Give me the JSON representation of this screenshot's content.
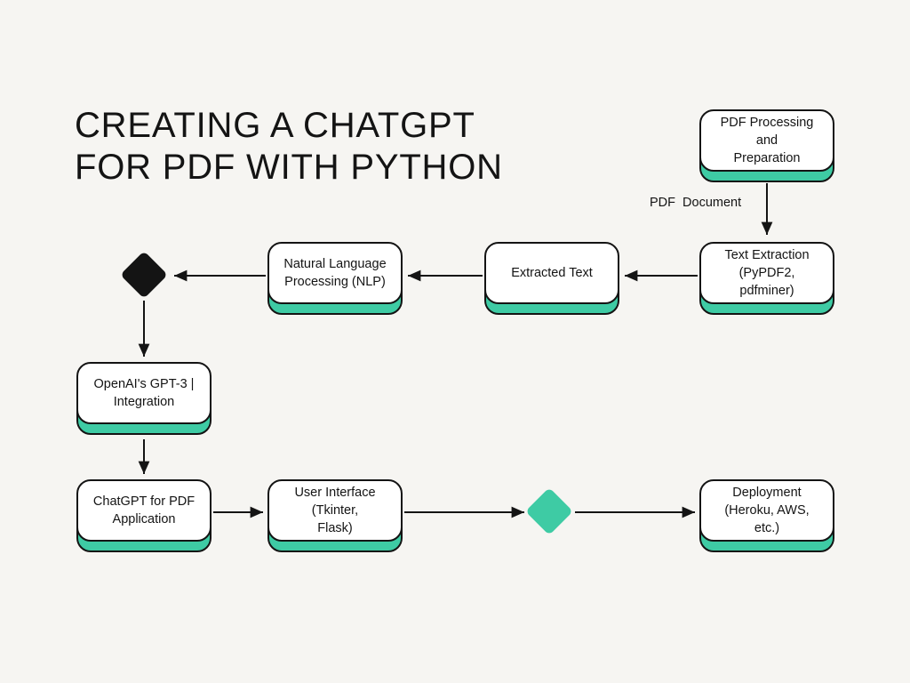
{
  "title": "CREATING A CHATGPT\nFOR PDF WITH PYTHON",
  "edge_label": "PDF  Document",
  "colors": {
    "teal": "#3ecba4",
    "ink": "#141414",
    "bg": "#f6f5f2",
    "box": "#ffffff"
  },
  "nodes": [
    {
      "id": "pdf-processing",
      "label": "PDF Processing\nand\nPreparation"
    },
    {
      "id": "text-extraction",
      "label": "Text Extraction\n(PyPDF2,\npdfminer)"
    },
    {
      "id": "extracted-text",
      "label": "Extracted Text"
    },
    {
      "id": "nlp",
      "label": "Natural Language\nProcessing  (NLP)"
    },
    {
      "id": "openai-gpt3",
      "label": "OpenAI's GPT-3 |\nIntegration"
    },
    {
      "id": "chatgpt-app",
      "label": "ChatGPT for PDF\nApplication"
    },
    {
      "id": "user-interface",
      "label": "User Interface\n(Tkinter,\nFlask)"
    },
    {
      "id": "deployment",
      "label": "Deployment\n(Heroku, AWS,\netc.)"
    }
  ],
  "connectors": {
    "decision_diamond": "black-diamond",
    "merge_diamond": "teal-diamond"
  }
}
